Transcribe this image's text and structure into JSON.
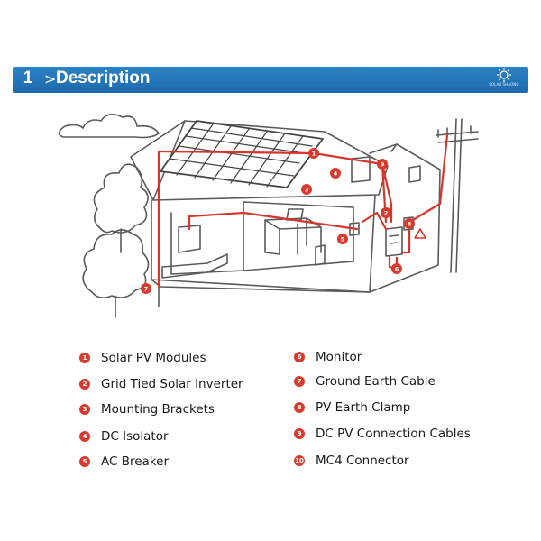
{
  "header": {
    "number": "1",
    "chevron": ">",
    "title": "Description",
    "logo_text": "SOLAR SHAONG",
    "logo_sub": "· · ·",
    "bar_color": "#1f6eb0"
  },
  "diagram": {
    "markers": [
      "1",
      "2",
      "3",
      "4",
      "5",
      "6",
      "7",
      "8",
      "9"
    ],
    "wire_color": "#d9342b",
    "marker_color": "#d93a2e"
  },
  "legend": {
    "left": [
      {
        "num": "1",
        "label": "Solar PV Modules"
      },
      {
        "num": "2",
        "label": "Grid Tied Solar Inverter"
      },
      {
        "num": "3",
        "label": "Mounting Brackets"
      },
      {
        "num": "4",
        "label": "DC Isolator"
      },
      {
        "num": "5",
        "label": "AC Breaker"
      }
    ],
    "right": [
      {
        "num": "6",
        "label": "Monitor"
      },
      {
        "num": "7",
        "label": "Ground Earth Cable"
      },
      {
        "num": "8",
        "label": "PV Earth Clamp"
      },
      {
        "num": "9",
        "label": "DC PV Connection Cables"
      },
      {
        "num": "10",
        "label": "MC4 Connector"
      }
    ]
  }
}
